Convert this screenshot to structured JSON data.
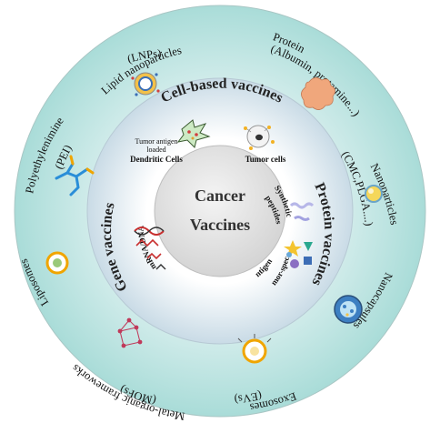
{
  "center": {
    "line1": "Cancer",
    "line2": "Vaccines"
  },
  "middle_ring": {
    "cell_based_title": "Cell-based vaccines",
    "tumor_antigen": "Tumor antigen",
    "loaded": "loaded",
    "dendritic_cells": "Dendritic Cells",
    "tumor_cells": "Tumor cells",
    "protein_vaccines": "Protein vaccines",
    "synthetic": "Synthetic",
    "peptides": "peptides",
    "tumor_specific": "Tumor-specific",
    "antigens": "antigens",
    "gene_vaccines": "Gene vaccines",
    "mrna_dna": "mRNA/DNA"
  },
  "outer_ring": {
    "lnps_title": "Lipid nanoparticles",
    "lnps_abbr": "(LNPs)",
    "protein_title": "Protein",
    "protein_examples": "(Albumin, protamine...)",
    "nanoparticles_title": "Nanoparticles",
    "nanoparticles_examples": "(CMC,PLGA....)",
    "nanocapsules": "Nanocapsules",
    "exosomes_title": "Exosomes",
    "exosomes_abbr": "(EVs)",
    "mofs_title": "Metal-organic frameworks",
    "mofs_abbr": "(MOFs)",
    "liposomes": "Liposomes",
    "pei_title": "Polyethylenimine",
    "pei_abbr": "(PEI)"
  },
  "colors": {
    "outer_ring": "#b5e3e0",
    "middle_ring": "#d2dfe8",
    "core": "#e6e6e6"
  }
}
